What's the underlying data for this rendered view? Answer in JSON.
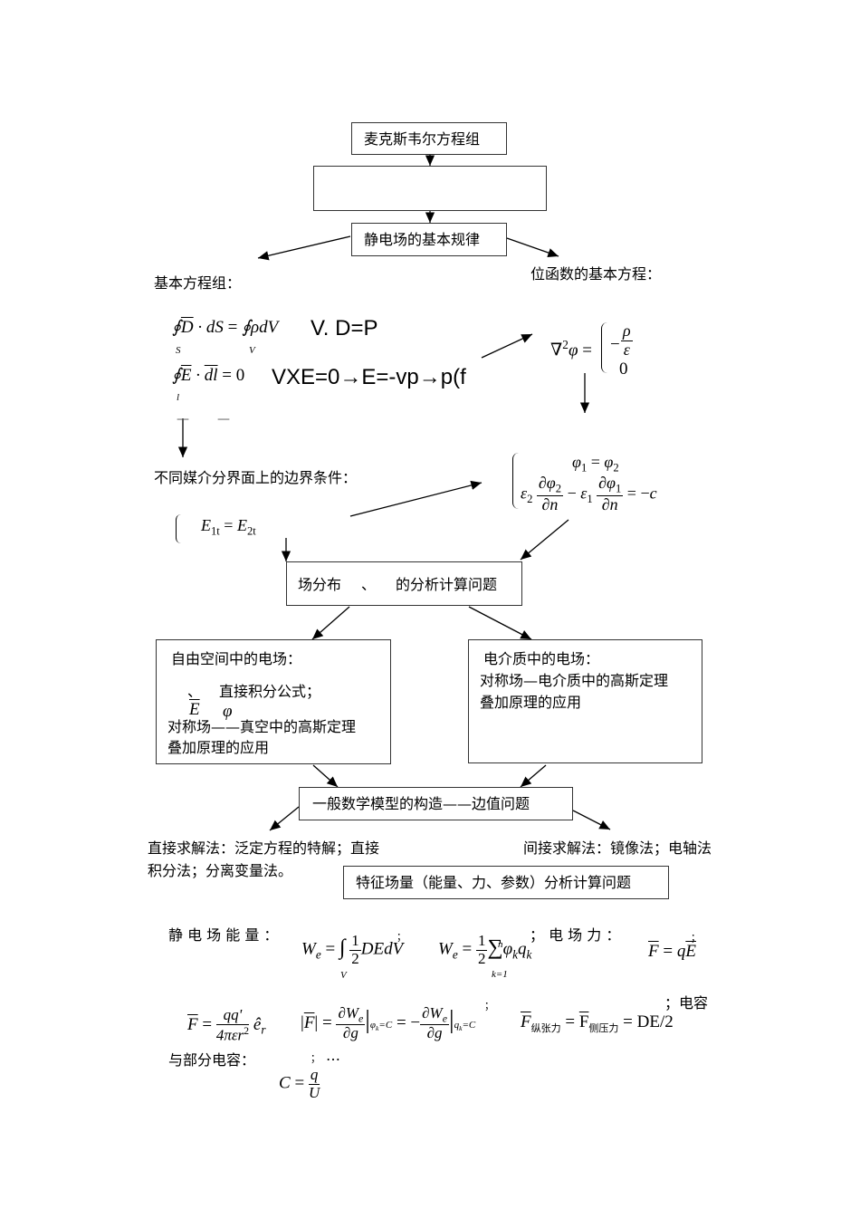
{
  "boxes": {
    "maxwell": "麦克斯韦尔方程组",
    "electrostatic": "静电场的基本规律",
    "field_analysis_left": "场分布",
    "field_analysis_sep": "、",
    "field_analysis_right": "的分析计算问题",
    "free_space_title": "自由空间中的电场：",
    "free_space_sep": "、",
    "free_space_line1": "直接积分公式；",
    "free_space_E": "E",
    "free_space_phi": "φ",
    "free_space_line2": "对称场——真空中的高斯定理",
    "free_space_line3": "叠加原理的应用",
    "dielectric_title": "电介质中的电场：",
    "dielectric_line1": "对称场—电介质中的高斯定理",
    "dielectric_line2": "叠加原理的应用",
    "model": "一般数学模型的构造——边值问题",
    "feature": "特征场量（能量、力、参数）分析计算问题"
  },
  "labels": {
    "basic_equations": "基本方程组：",
    "potential_equation": "位函数的基本方程：",
    "boundary_conditions": "不同媒介分界面上的边界条件：",
    "direct_method_l1": "直接求解法：泛定方程的特解；直接",
    "direct_method_l2": "积分法；分离变量法。",
    "indirect_method": "间接求解法：镜像法；电轴法",
    "energy": "静 电 场 能 量 ：",
    "force": "； 电 场 力 ：",
    "capacitance": "；电容",
    "partial_capacitance": "与部分电容：",
    "semicolon": "；",
    "ellipsis": "…",
    "dash": "—"
  },
  "equations": {
    "div_text": "V. D=P",
    "curl_text": "VXE=0→E=-vp→p(f",
    "gauss_D": "D",
    "gauss_dS": "dS",
    "gauss_rho": "ρdV",
    "loop_E": "E",
    "loop_dl": "dl",
    "zero": "0",
    "E1t": "E",
    "E2t": "E",
    "phi": "φ",
    "rho": "ρ",
    "eps": "ε",
    "n": "∂n",
    "c": "c",
    "sub_S": "S",
    "sub_V": "V",
    "sub_l": "l",
    "sub_1": "1",
    "sub_2": "2",
    "sub_1t": "1t",
    "sub_2t": "2t",
    "sub_e": "e",
    "sub_k": "k",
    "k_eq_1": "k=1",
    "sup_n": "n",
    "sup_2": "2",
    "We": "W",
    "one": "1",
    "two": "2",
    "DEdV": "DEdV",
    "phik_qk": "φ",
    "qk": "q",
    "F": "F",
    "qE_q": "q",
    "qE_E": "E",
    "qq": "qq'",
    "coulomb_den": "4πεr",
    "er": "ê",
    "sub_r": "r",
    "dW": "∂W",
    "dg": "∂g",
    "cond1": "φ",
    "cond2": "q",
    "eq_C": "=C",
    "longitudinal_tension": "纵张力",
    "lateral_pressure": "侧压力",
    "DE": "DE",
    "C": "C",
    "q": "q",
    "U": "U",
    "eq": "=",
    "minus": "−",
    "nabla": "∇",
    "sum": "∑",
    "integral": "∫",
    "oint": "∮",
    "dot": "·"
  }
}
